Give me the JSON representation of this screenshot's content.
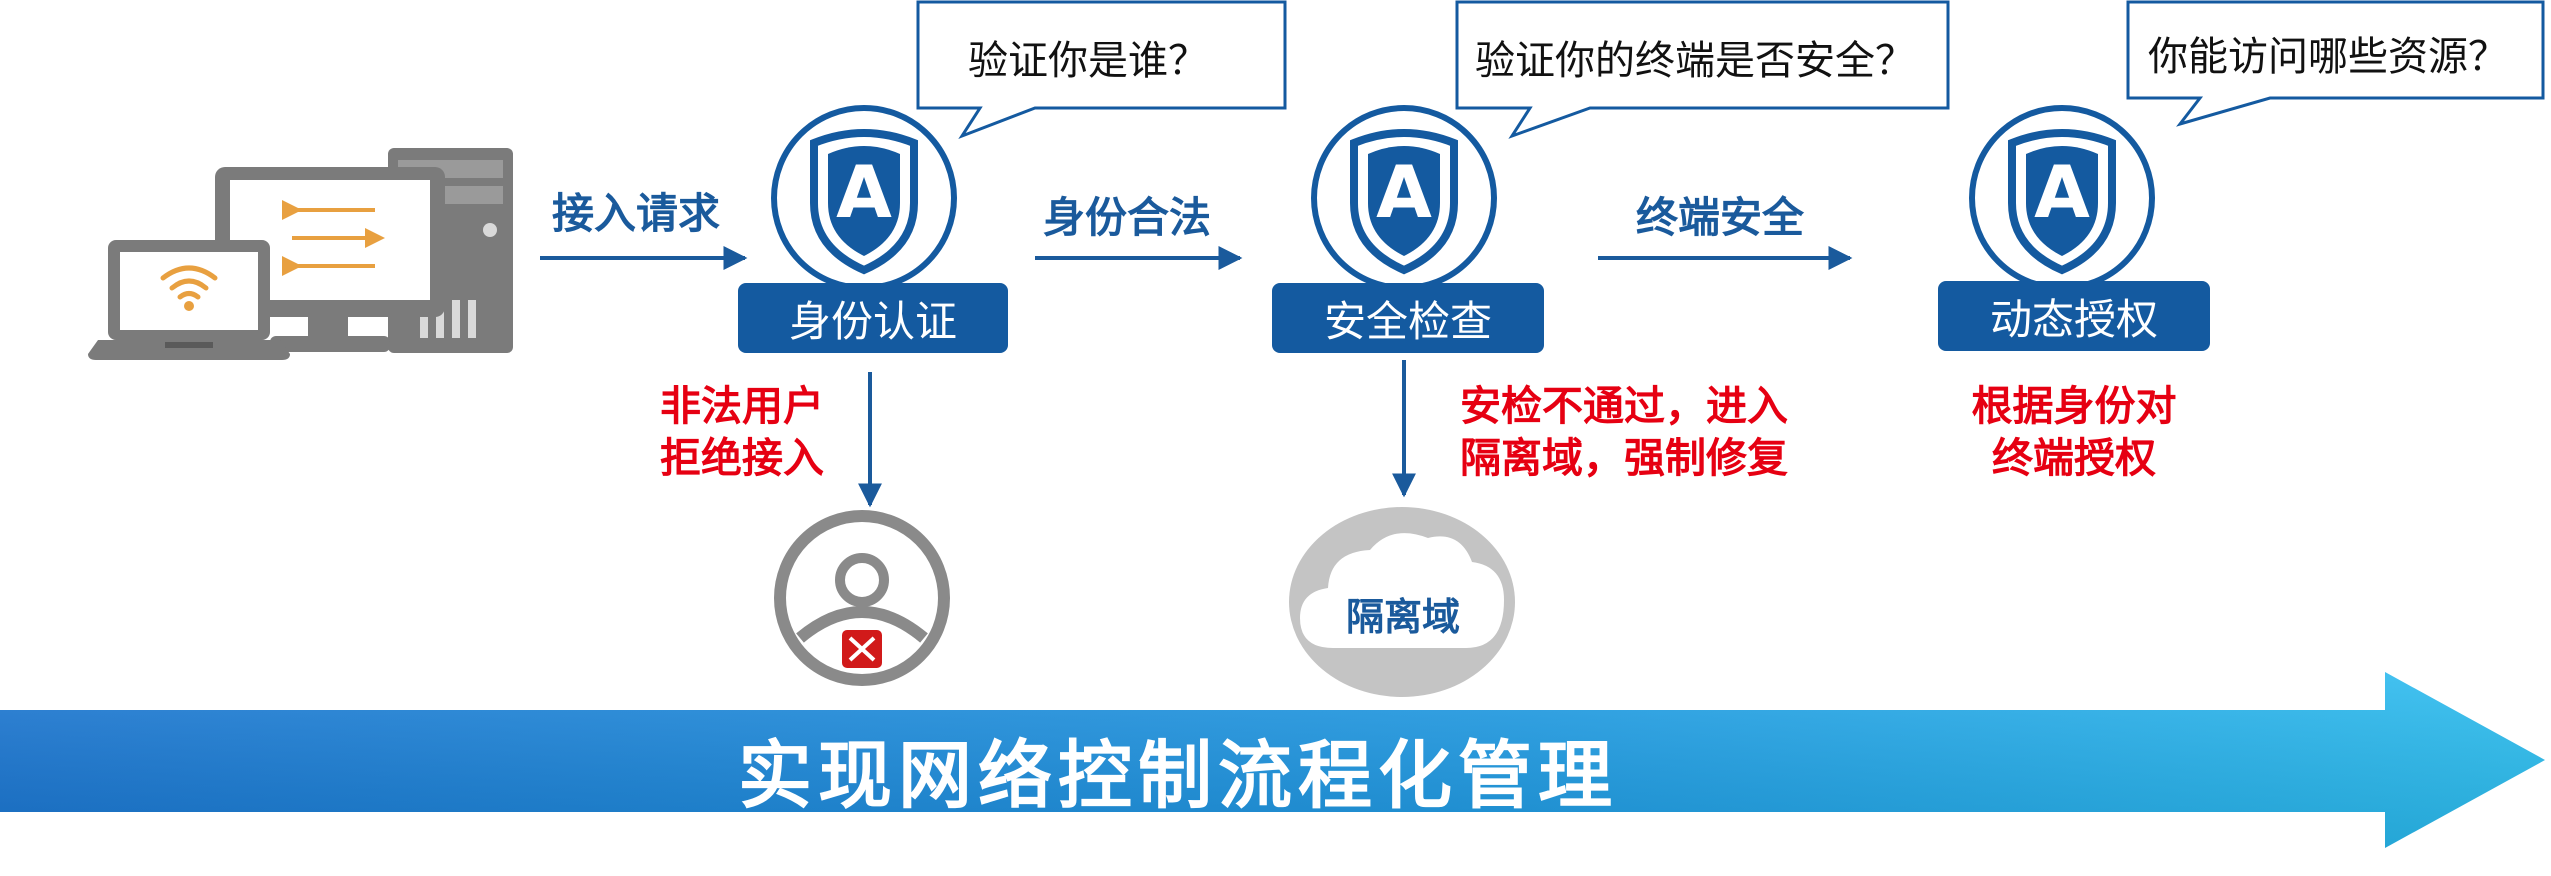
{
  "bubbles": {
    "identity_question": "验证你是谁？",
    "terminal_question": "验证你的终端是否安全？",
    "resource_question": "你能访问哪些资源？"
  },
  "flow_labels": {
    "access_request": "接入请求",
    "identity_valid": "身份合法",
    "terminal_secure": "终端安全"
  },
  "steps": {
    "identity_auth": "身份认证",
    "security_check": "安全检查",
    "dynamic_authz": "动态授权"
  },
  "shield_letter": "A",
  "notes": {
    "illegal_user": [
      "非法用户",
      "拒绝接入"
    ],
    "check_failed": [
      "安检不通过，进入",
      "隔离域，强制修复"
    ],
    "authorize": [
      "根据身份对",
      "终端授权"
    ]
  },
  "isolation_domain": "隔离域",
  "banner": "实现网络控制流程化管理",
  "colors": {
    "primary_blue": "#145aa0",
    "label_blue": "#1a5a9c",
    "alert_red": "#e60012",
    "banner_start": "#1b7fd6",
    "banner_end": "#2bbef0",
    "device_gray": "#7b7b7b"
  }
}
